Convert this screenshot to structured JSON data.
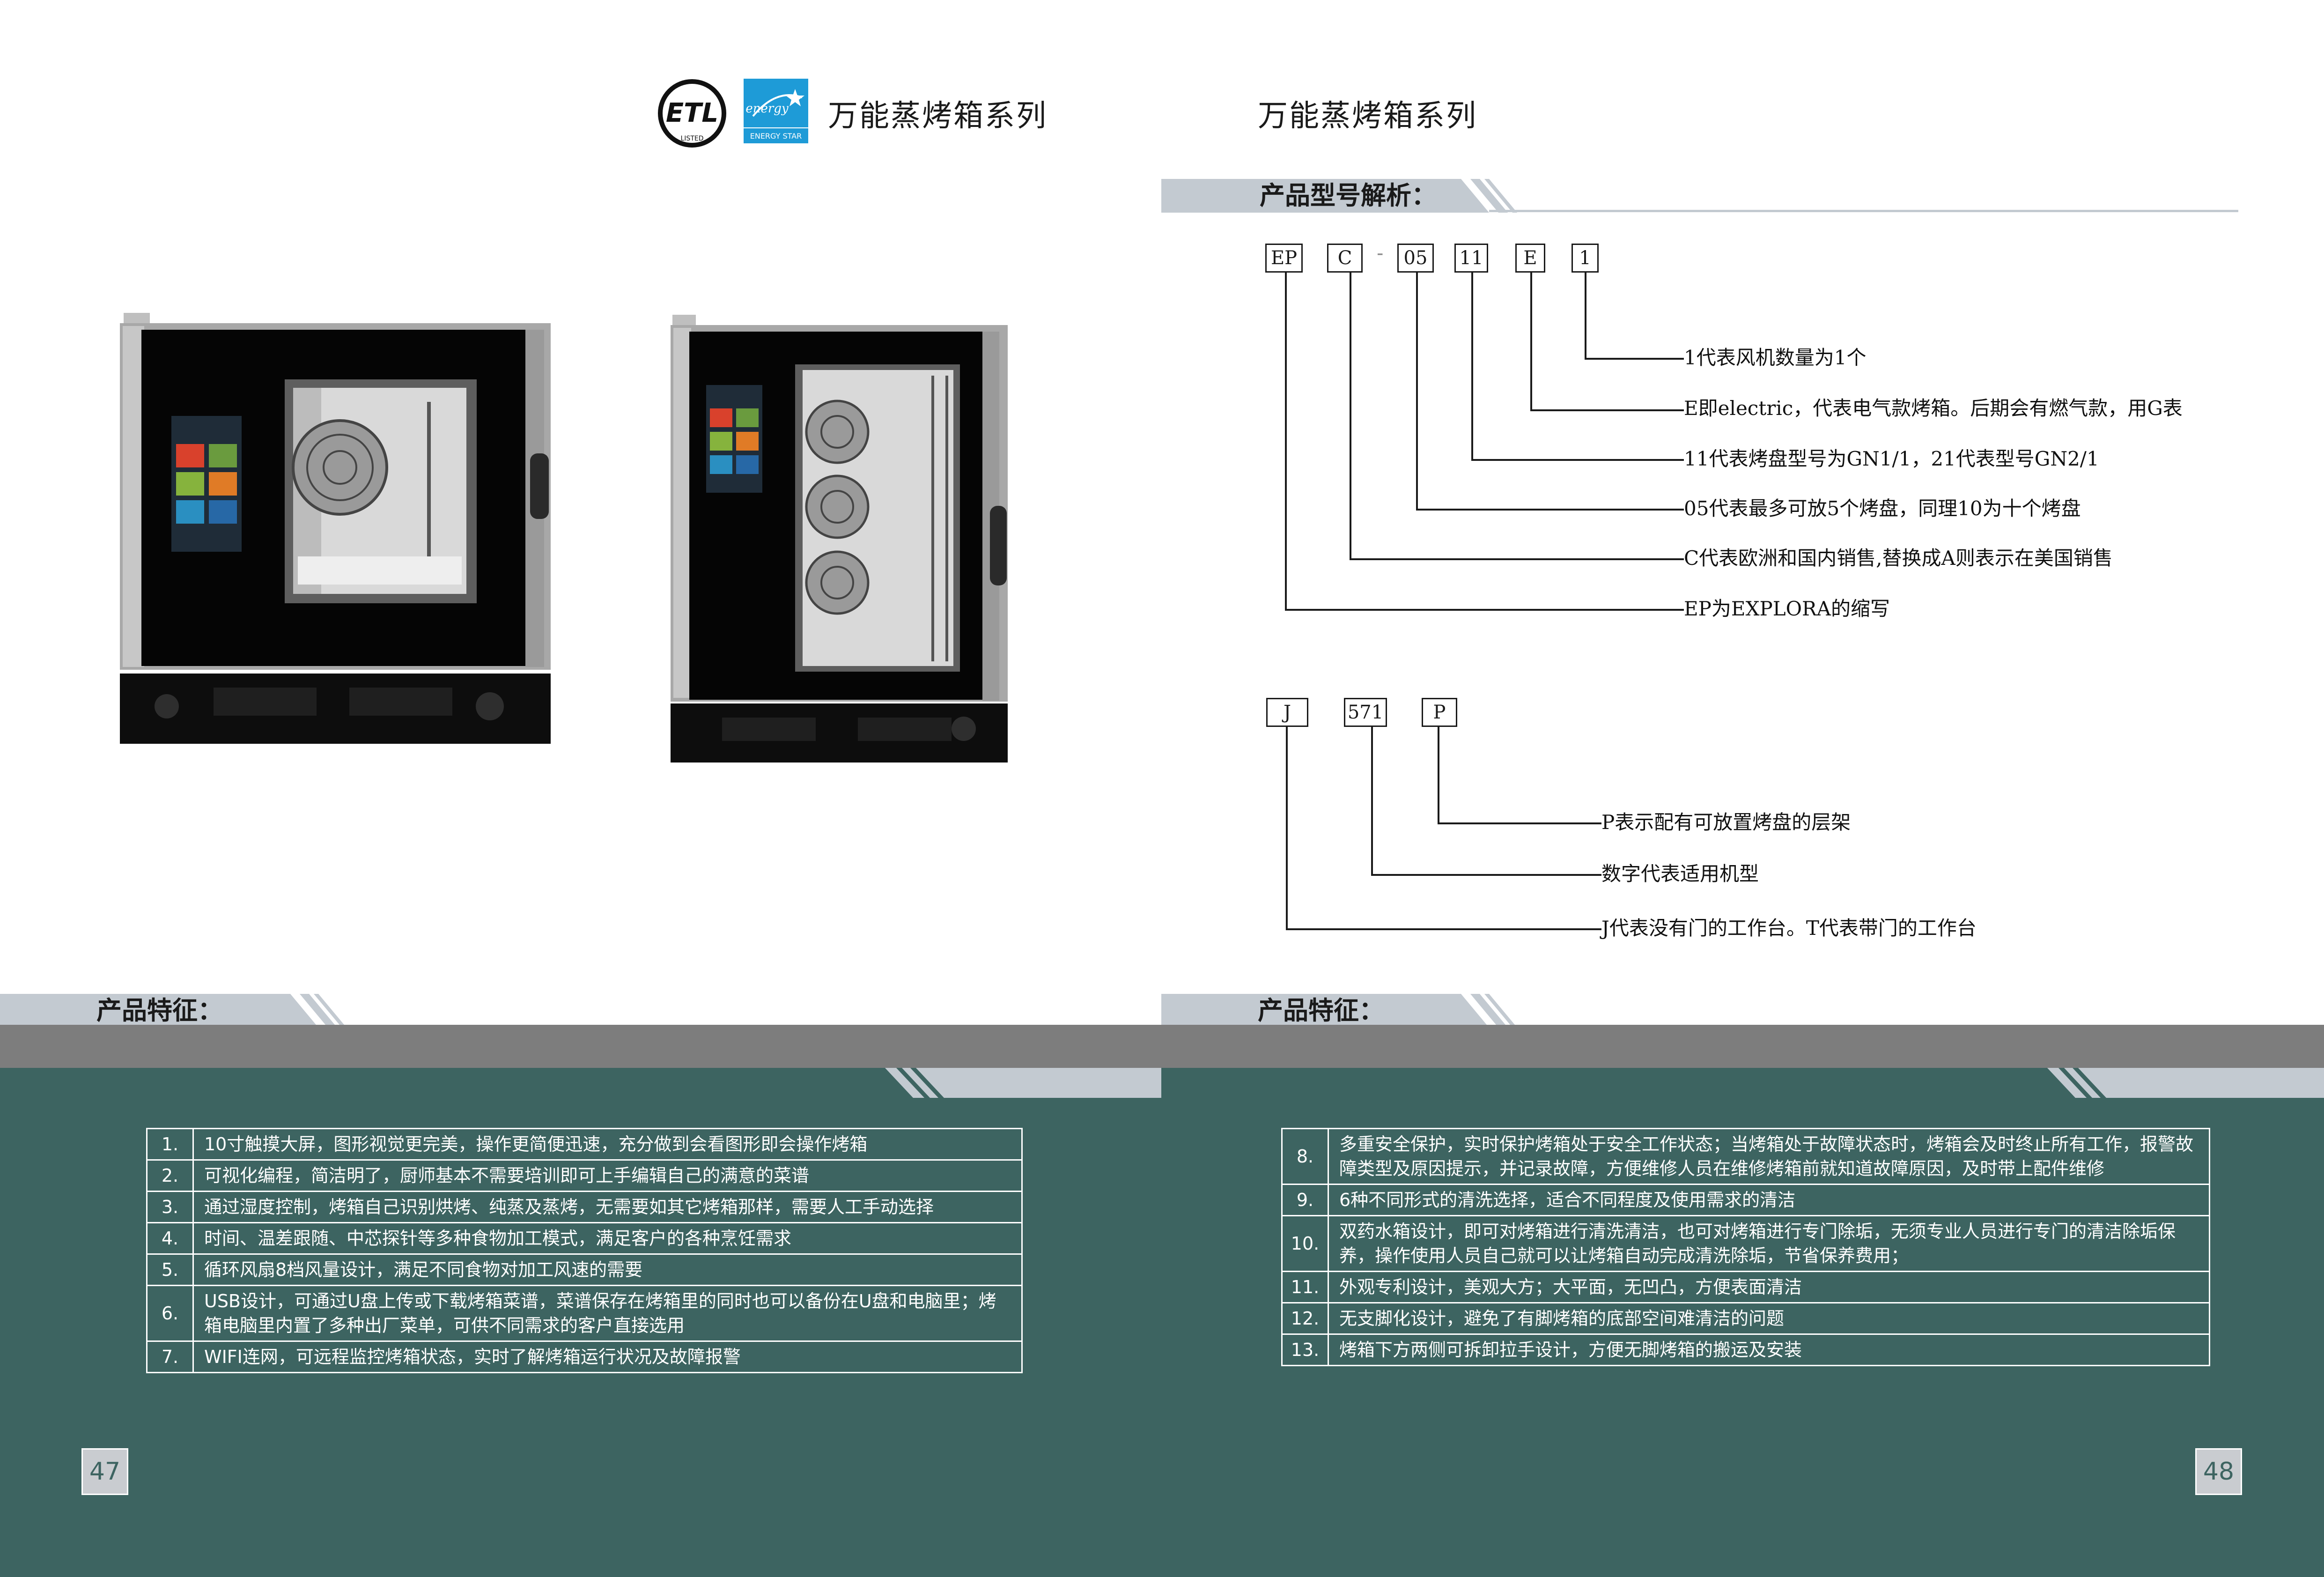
{
  "header": {
    "left_title": "万能蒸烤箱系列",
    "right_title": "万能蒸烤箱系列",
    "etl_logo_text": "ETL",
    "etl_sub_text": "LISTED",
    "energy_star_text": "ENERGY STAR",
    "energy_star_script": "energy"
  },
  "sections": {
    "model_analysis_title": "产品型号解析：",
    "features_title_left": "产品特征：",
    "features_title_right": "产品特征："
  },
  "model_code_1": {
    "boxes": [
      "EP",
      "C",
      "05",
      "11",
      "E",
      "1"
    ],
    "dash": "-",
    "notes": [
      "1代表风机数量为1个",
      "E即electric，代表电气款烤箱。后期会有燃气款，用G表",
      "11代表烤盘型号为GN1/1，21代表型号GN2/1",
      "05代表最多可放5个烤盘，同理10为十个烤盘",
      "C代表欧洲和国内销售,替换成A则表示在美国销售",
      "EP为EXPLORA的缩写"
    ]
  },
  "model_code_2": {
    "boxes": [
      "J",
      "571",
      "P"
    ],
    "notes": [
      "P表示配有可放置烤盘的层架",
      "数字代表适用机型",
      "J代表没有门的工作台。T代表带门的工作台"
    ]
  },
  "features_left": [
    {
      "num": "1.",
      "text": "10寸触摸大屏，图形视觉更完美，操作更简便迅速，充分做到会看图形即会操作烤箱"
    },
    {
      "num": "2.",
      "text": "可视化编程，简洁明了，厨师基本不需要培训即可上手编辑自己的满意的菜谱"
    },
    {
      "num": "3.",
      "text": "通过湿度控制，烤箱自己识别烘烤、纯蒸及蒸烤，无需要如其它烤箱那样，需要人工手动选择"
    },
    {
      "num": "4.",
      "text": "时间、温差跟随、中芯探针等多种食物加工模式，满足客户的各种烹饪需求"
    },
    {
      "num": "5.",
      "text": "循环风扇8档风量设计，满足不同食物对加工风速的需要"
    },
    {
      "num": "6.",
      "text": "USB设计，可通过U盘上传或下载烤箱菜谱，菜谱保存在烤箱里的同时也可以备份在U盘和电脑里；烤箱电脑里内置了多种出厂菜单，可供不同需求的客户直接选用"
    },
    {
      "num": "7.",
      "text": "WIFI连网，可远程监控烤箱状态，实时了解烤箱运行状况及故障报警"
    }
  ],
  "features_right": [
    {
      "num": "8.",
      "text": "多重安全保护，实时保护烤箱处于安全工作状态；当烤箱处于故障状态时，烤箱会及时终止所有工作，报警故障类型及原因提示，并记录故障，方便维修人员在维修烤箱前就知道故障原因，及时带上配件维修"
    },
    {
      "num": "9.",
      "text": "6种不同形式的清洗选择，适合不同程度及使用需求的清洁"
    },
    {
      "num": "10.",
      "text": "双药水箱设计，即可对烤箱进行清洗清洁，也可对烤箱进行专门除垢，无须专业人员进行专门的清洁除垢保养，操作使用人员自己就可以让烤箱自动完成清洗除垢，节省保养费用；"
    },
    {
      "num": "11.",
      "text": "外观专利设计，美观大方；大平面，无凹凸，方便表面清洁"
    },
    {
      "num": "12.",
      "text": "无支脚化设计，避免了有脚烤箱的底部空间难清洁的问题"
    },
    {
      "num": "13.",
      "text": "烤箱下方两侧可拆卸拉手设计，方便无脚烤箱的搬运及安装"
    }
  ],
  "page_numbers": {
    "left": "47",
    "right": "48"
  },
  "colors": {
    "teal": "#3d6461",
    "grey_band": "#7d7d7d",
    "light_band": "#c3cad1",
    "energy_blue": "#1e9bd7"
  }
}
